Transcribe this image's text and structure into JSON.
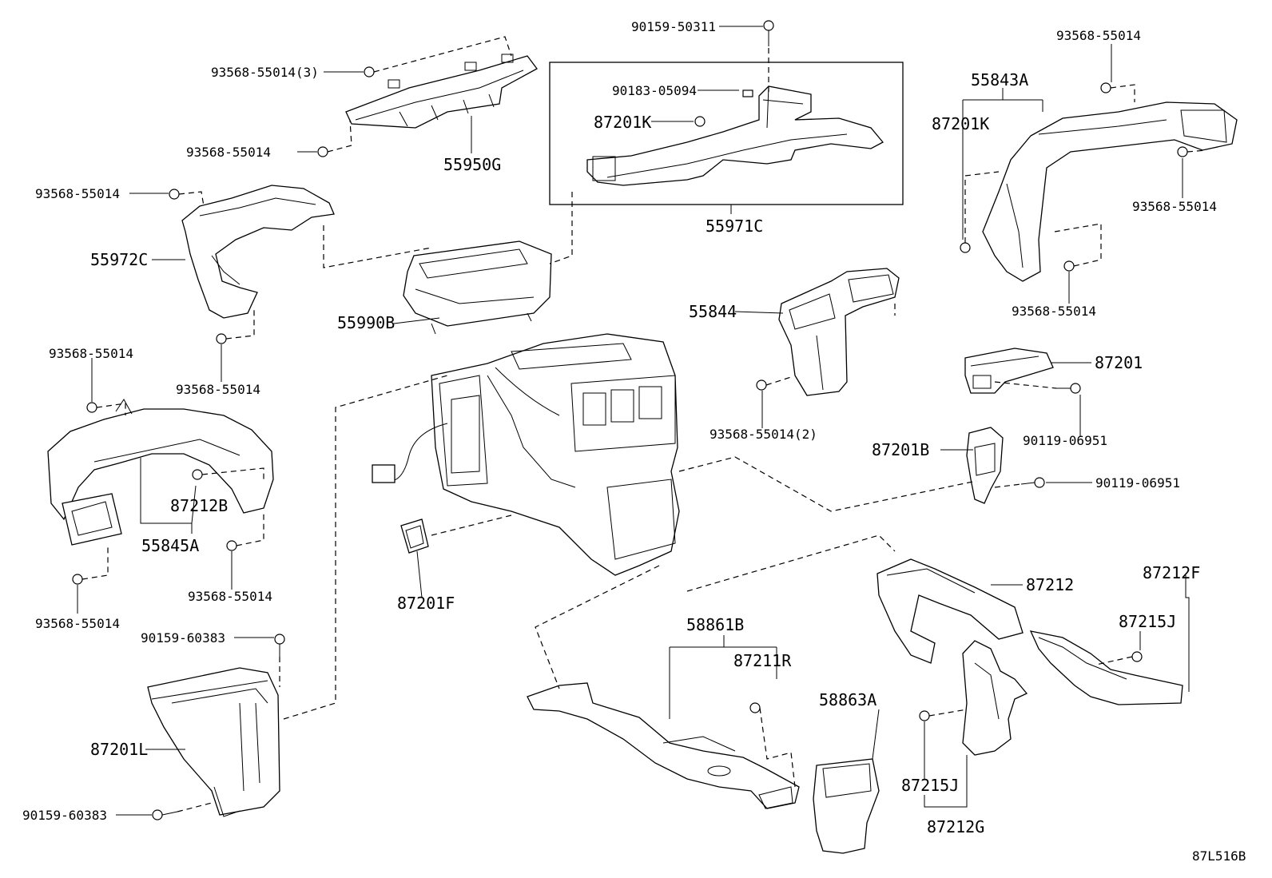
{
  "diagram": {
    "id_code": "87L516B",
    "labels": {
      "p1": "90159-50311",
      "p2": "93568-55014(3)",
      "p3": "90183-05094",
      "p4": "87201K",
      "p5": "93568-55014",
      "p6": "55950G",
      "p7": "55971C",
      "p8": "93568-55014",
      "p9": "55972C",
      "p10": "55990B",
      "p11": "93568-55014",
      "p12": "93568-55014",
      "p13": "55845A",
      "p14": "87212B",
      "p15": "93568-55014",
      "p16": "93568-55014",
      "p17": "87201F",
      "p18": "90159-60383",
      "p19": "87201L",
      "p20": "90159-60383",
      "p21": "55844",
      "p22": "93568-55014(2)",
      "p23": "93568-55014",
      "p24": "55843A",
      "p25": "87201K",
      "p26": "93568-55014",
      "p27": "93568-55014",
      "p28": "87201",
      "p29": "90119-06951",
      "p30": "87201B",
      "p31": "90119-06951",
      "p32": "58861B",
      "p33": "87211R",
      "p34": "58863A",
      "p35": "87212",
      "p36": "87212F",
      "p37": "87215J",
      "p38": "87215J",
      "p39": "87212G"
    }
  }
}
